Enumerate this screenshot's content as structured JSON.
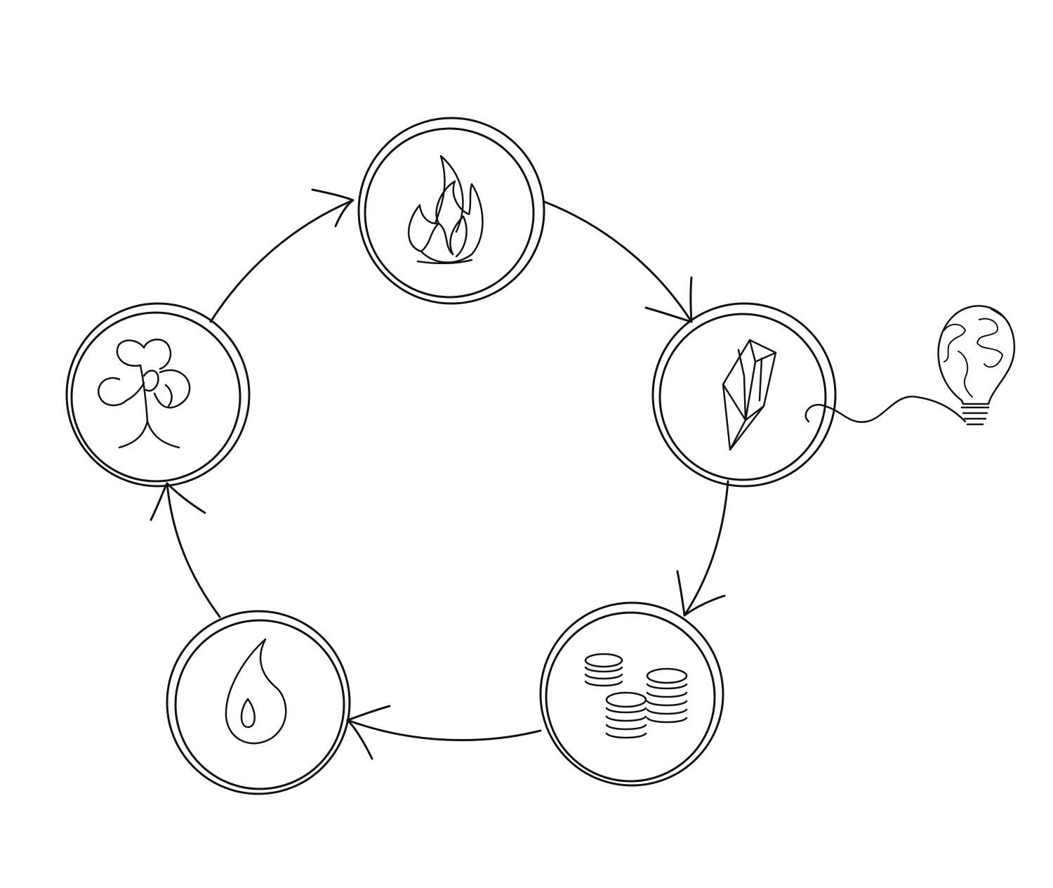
{
  "diagram": {
    "kind": "cycle",
    "colors": {
      "line": "#111111",
      "background": "#ffffff"
    },
    "nodes": [
      {
        "id": "fire",
        "icon": "flame-icon"
      },
      {
        "id": "crystal",
        "icon": "crystal-icon"
      },
      {
        "id": "coins",
        "icon": "coin-stacks-icon"
      },
      {
        "id": "drop",
        "icon": "drop-icon"
      },
      {
        "id": "tree",
        "icon": "tree-icon"
      }
    ],
    "cycle_order": [
      "fire",
      "crystal",
      "coins",
      "drop",
      "tree"
    ],
    "extra": {
      "icon": "globe-lightbulb-icon",
      "linked_to": "crystal"
    }
  }
}
